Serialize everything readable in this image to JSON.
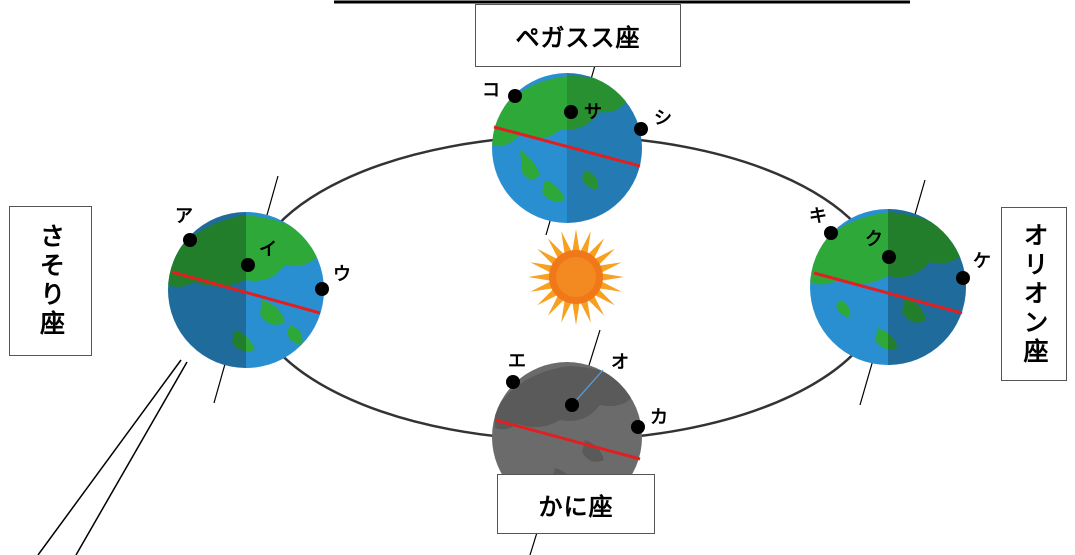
{
  "constellations": {
    "pegasus": "ペガスス座",
    "cancer": "かに座",
    "scorpio": "さそり座",
    "orion": "オリオン座"
  },
  "points": {
    "a": "ア",
    "i": "イ",
    "u": "ウ",
    "e": "エ",
    "o": "オ",
    "ka": "カ",
    "ki": "キ",
    "ku": "ク",
    "ke": "ケ",
    "ko": "コ",
    "sa": "サ",
    "shi": "シ"
  },
  "colors": {
    "ocean": "#2a8fd1",
    "land": "#2fa83a",
    "equator": "#e02020",
    "night_earth": "#6b6b6b",
    "sun_core": "#f07818",
    "sun_rays": "#f8a020"
  }
}
